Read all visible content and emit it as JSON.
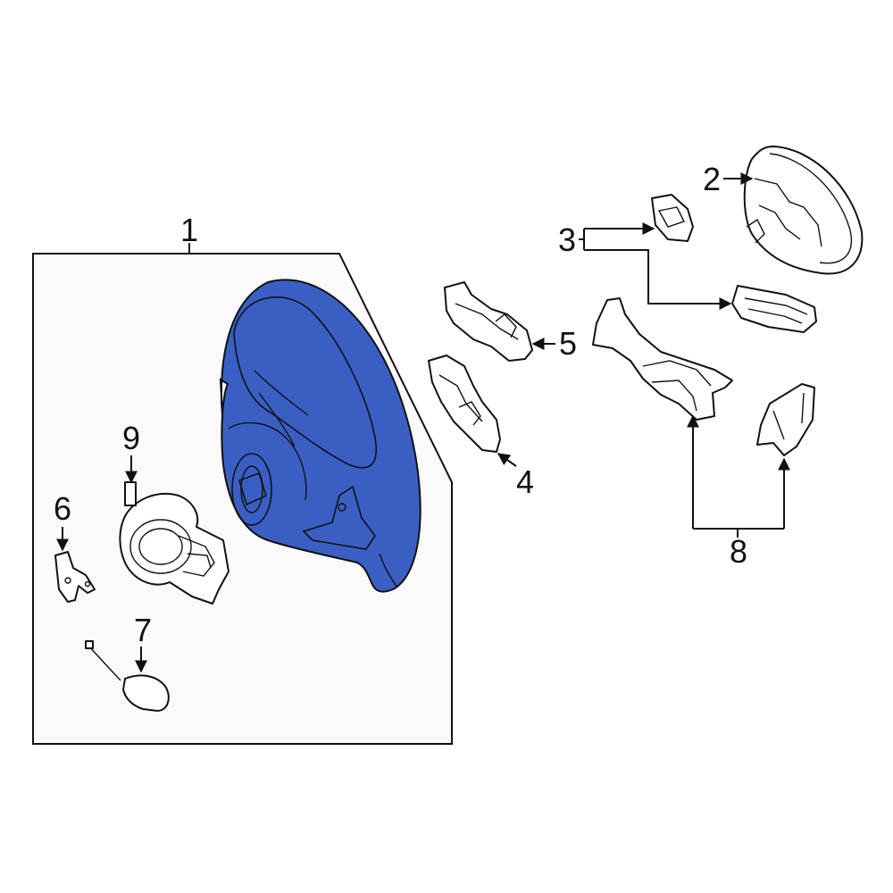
{
  "diagram": {
    "callouts": {
      "c1": "1",
      "c2": "2",
      "c3": "3",
      "c4": "4",
      "c5": "5",
      "c6": "6",
      "c7": "7",
      "c8": "8",
      "c9": "9"
    },
    "colors": {
      "highlight_part": "#3a5fc4",
      "line": "#111111",
      "box_fill": "#fafafa"
    },
    "highlighted_part": "1"
  }
}
